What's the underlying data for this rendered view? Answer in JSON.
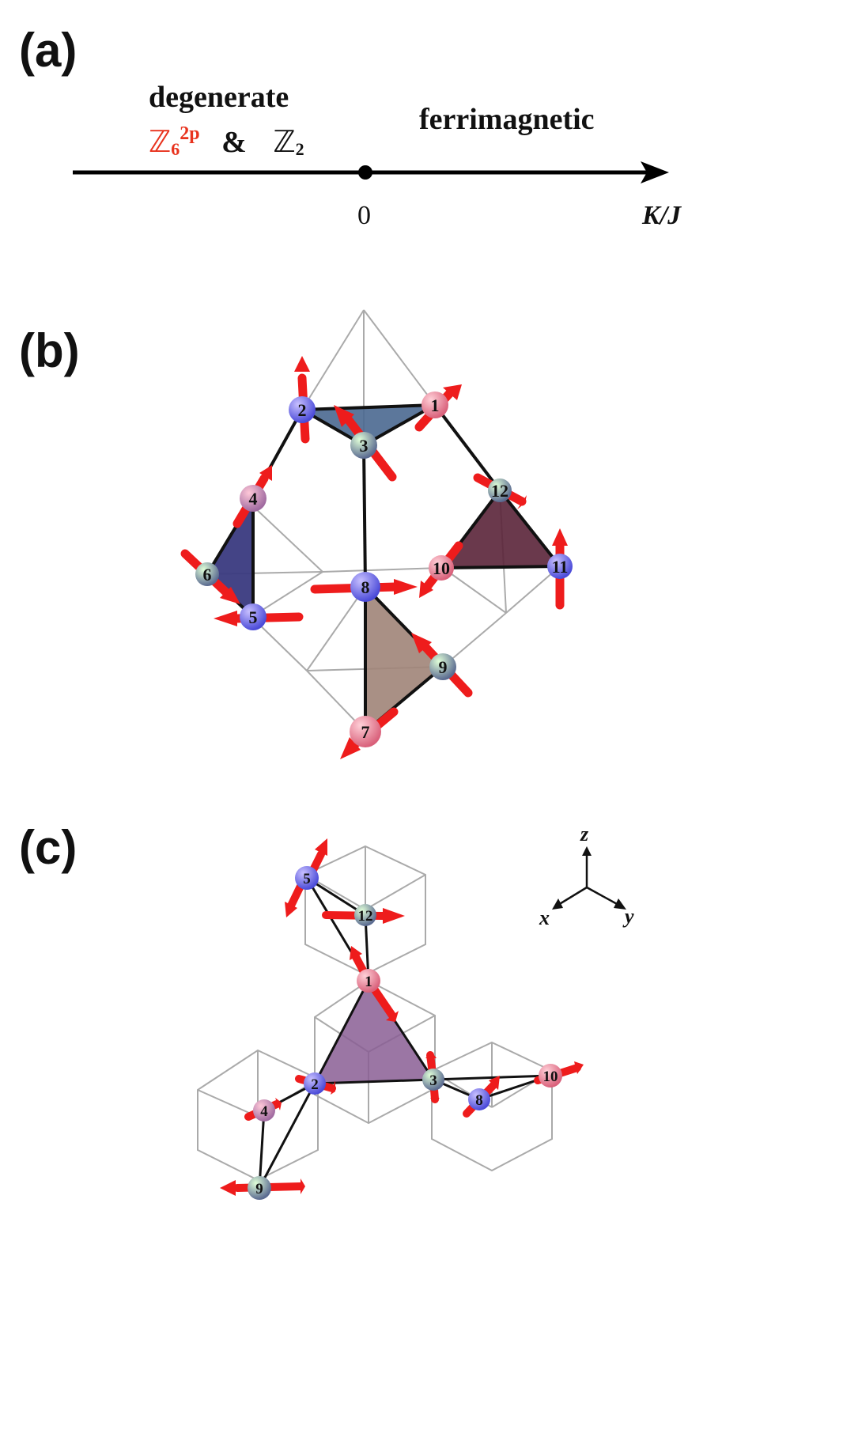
{
  "panels": {
    "a": {
      "label": "(a)",
      "left_phase_title": "degenerate",
      "left_phase_sym1": "ℤ",
      "left_phase_sym1_sub": "6",
      "left_phase_sym1_sup": "2p",
      "left_phase_amp": "&",
      "left_phase_sym2": "ℤ",
      "left_phase_sym2_sub": "2",
      "right_phase_title": "ferrimagnetic",
      "origin_label": "0",
      "axis_label": "K/J"
    },
    "b": {
      "label": "(b)"
    },
    "c": {
      "label": "(c)",
      "axes": {
        "z": "z",
        "x": "x",
        "y": "y"
      }
    }
  },
  "sites_b": [
    {
      "id": "1",
      "color": "#d9607a"
    },
    {
      "id": "2",
      "color": "#6a5fd6"
    },
    {
      "id": "3",
      "color": "#7fd6a0"
    },
    {
      "id": "4",
      "color": "#c86a9a"
    },
    {
      "id": "5",
      "color": "#6a6fd8"
    },
    {
      "id": "6",
      "color": "#7fcfa8"
    },
    {
      "id": "7",
      "color": "#c86a9a"
    },
    {
      "id": "8",
      "color": "#4a4ae0"
    },
    {
      "id": "9",
      "color": "#8fe0a0"
    },
    {
      "id": "10",
      "color": "#c86a9a"
    },
    {
      "id": "11",
      "color": "#6a6fd8"
    },
    {
      "id": "12",
      "color": "#7fcfa8"
    }
  ],
  "sites_c": [
    {
      "id": "1",
      "color": "#e06080"
    },
    {
      "id": "2",
      "color": "#6a5fd6"
    },
    {
      "id": "3",
      "color": "#8fe0a0"
    },
    {
      "id": "4",
      "color": "#c86a9a"
    },
    {
      "id": "5",
      "color": "#6a6fd8"
    },
    {
      "id": "8",
      "color": "#6a5fd6"
    },
    {
      "id": "9",
      "color": "#8fe0a0"
    },
    {
      "id": "10",
      "color": "#d9607a"
    },
    {
      "id": "12",
      "color": "#7fcfa8"
    }
  ],
  "colors": {
    "spin_arrow": "#ee1c1c",
    "bond": "#111111",
    "frame": "#aaaaaa",
    "tri_b_top": "#4a6890",
    "tri_b_left": "#3a3a80",
    "tri_b_right": "#5a2438",
    "tri_b_bottom": "#a08478",
    "tri_c_center": "#8a5e94"
  }
}
